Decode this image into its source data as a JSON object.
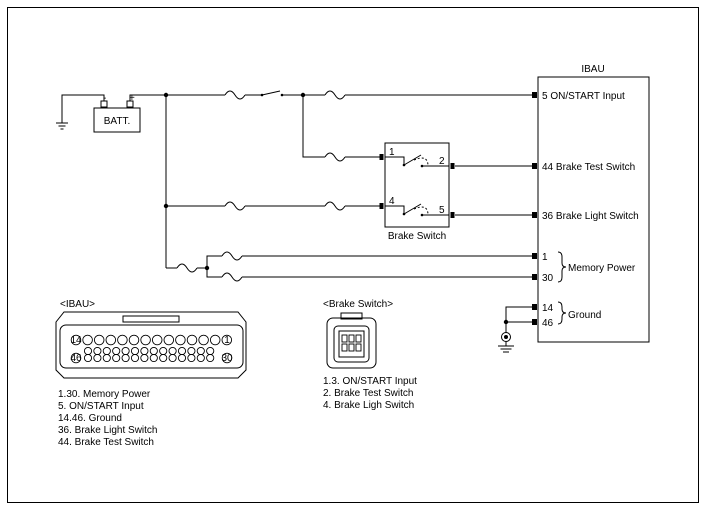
{
  "ibau": {
    "title": "IBAU",
    "pins": {
      "p5": "5 ON/START Input",
      "p44": "44 Brake Test Switch",
      "p36": "36 Brake Light Switch",
      "p1": "1",
      "p30": "30",
      "p14": "14",
      "p46": "46"
    },
    "memory_power": "Memory Power",
    "ground": "Ground"
  },
  "battery": {
    "label": "BATT."
  },
  "brake_switch": {
    "label": "Brake Switch",
    "pin1": "1",
    "pin2": "2",
    "pin4": "4",
    "pin5": "5"
  },
  "ibau_connector": {
    "title": "<IBAU>",
    "corner_pins": [
      "14",
      "1",
      "46",
      "30"
    ],
    "legend": [
      "1.30. Memory Power",
      "5. ON/START Input",
      "14.46. Ground",
      "36. Brake Light Switch",
      "44. Brake Test Switch"
    ]
  },
  "brake_switch_connector": {
    "title": "<Brake Switch>",
    "legend": [
      "1.3. ON/START Input",
      "2. Brake Test Switch",
      "4. Brake Ligh Switch"
    ]
  }
}
